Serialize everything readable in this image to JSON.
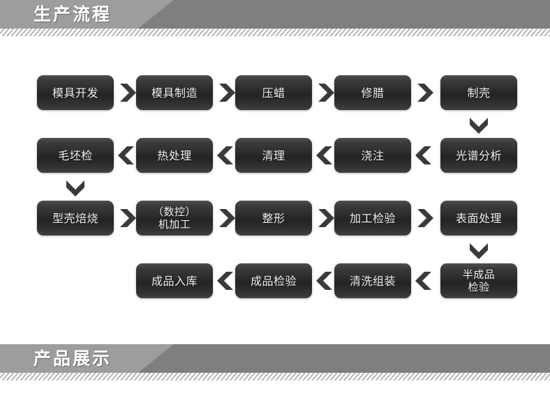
{
  "page": {
    "background": "#ffffff",
    "node_color_dark": "#232323",
    "node_color_light": "#4e4e4e",
    "banner_light": "#9d9d9d",
    "banner_dark": "#7f7f7f",
    "text_color": "#f2f2f2"
  },
  "banners": {
    "top": {
      "title": "生产流程"
    },
    "bottom": {
      "title": "产品展示"
    }
  },
  "flow": {
    "rows": [
      {
        "direction": "right",
        "nodes": [
          {
            "label": "模具开发"
          },
          {
            "label": "模具制造"
          },
          {
            "label": "压蜡"
          },
          {
            "label": "修腊"
          },
          {
            "label": "制壳"
          }
        ]
      },
      {
        "direction": "left",
        "nodes": [
          {
            "label": "毛坯检"
          },
          {
            "label": "热处理"
          },
          {
            "label": "清理"
          },
          {
            "label": "浇注"
          },
          {
            "label": "光谱分析"
          }
        ]
      },
      {
        "direction": "right",
        "nodes": [
          {
            "label": "型壳焙烧"
          },
          {
            "label": "（数控）\n机加工"
          },
          {
            "label": "整形"
          },
          {
            "label": "加工检验"
          },
          {
            "label": "表面处理"
          }
        ]
      },
      {
        "direction": "left",
        "nodes": [
          {
            "label": "成品入库"
          },
          {
            "label": "成品检验"
          },
          {
            "label": "清洗组装"
          },
          {
            "label": "半成品\n检验"
          }
        ]
      }
    ],
    "down_connectors": [
      {
        "after": "制壳",
        "to": "光谱分析"
      },
      {
        "after": "毛坯检",
        "to": "型壳焙烧"
      },
      {
        "after": "表面处理",
        "to": "半成品检验"
      }
    ]
  }
}
